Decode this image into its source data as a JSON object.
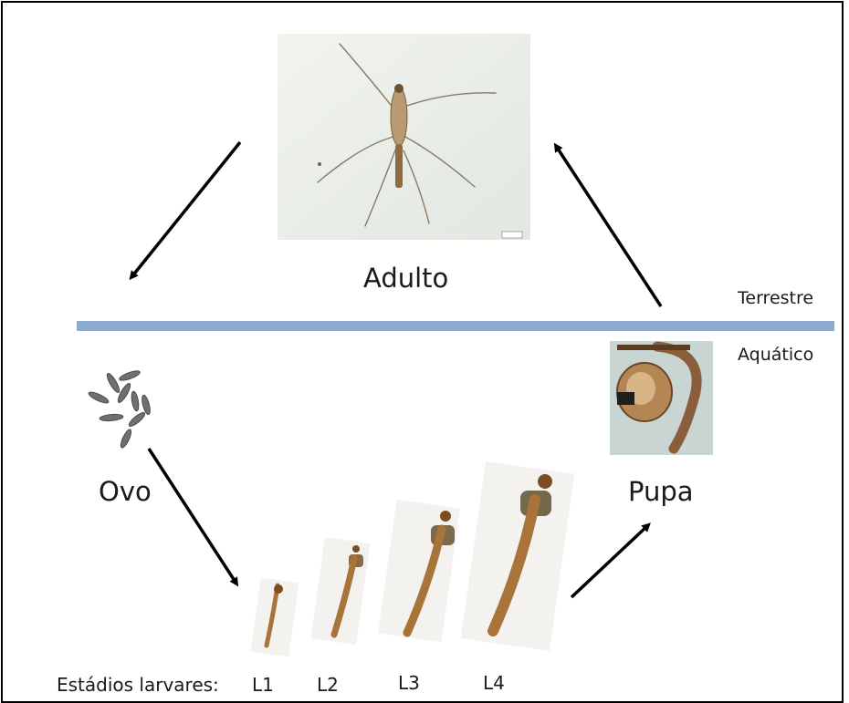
{
  "diagram": {
    "stages": {
      "adult": "Adulto",
      "egg": "Ovo",
      "pupa": "Pupa"
    },
    "zones": {
      "land": "Terrestre",
      "water": "Aquático"
    },
    "larval_caption": "Estádios larvares:",
    "larval_stages": [
      "L1",
      "L2",
      "L3",
      "L4"
    ],
    "colors": {
      "water_line": "#8eaacf",
      "arrow": "#000000",
      "larva": "#a8743a"
    }
  }
}
